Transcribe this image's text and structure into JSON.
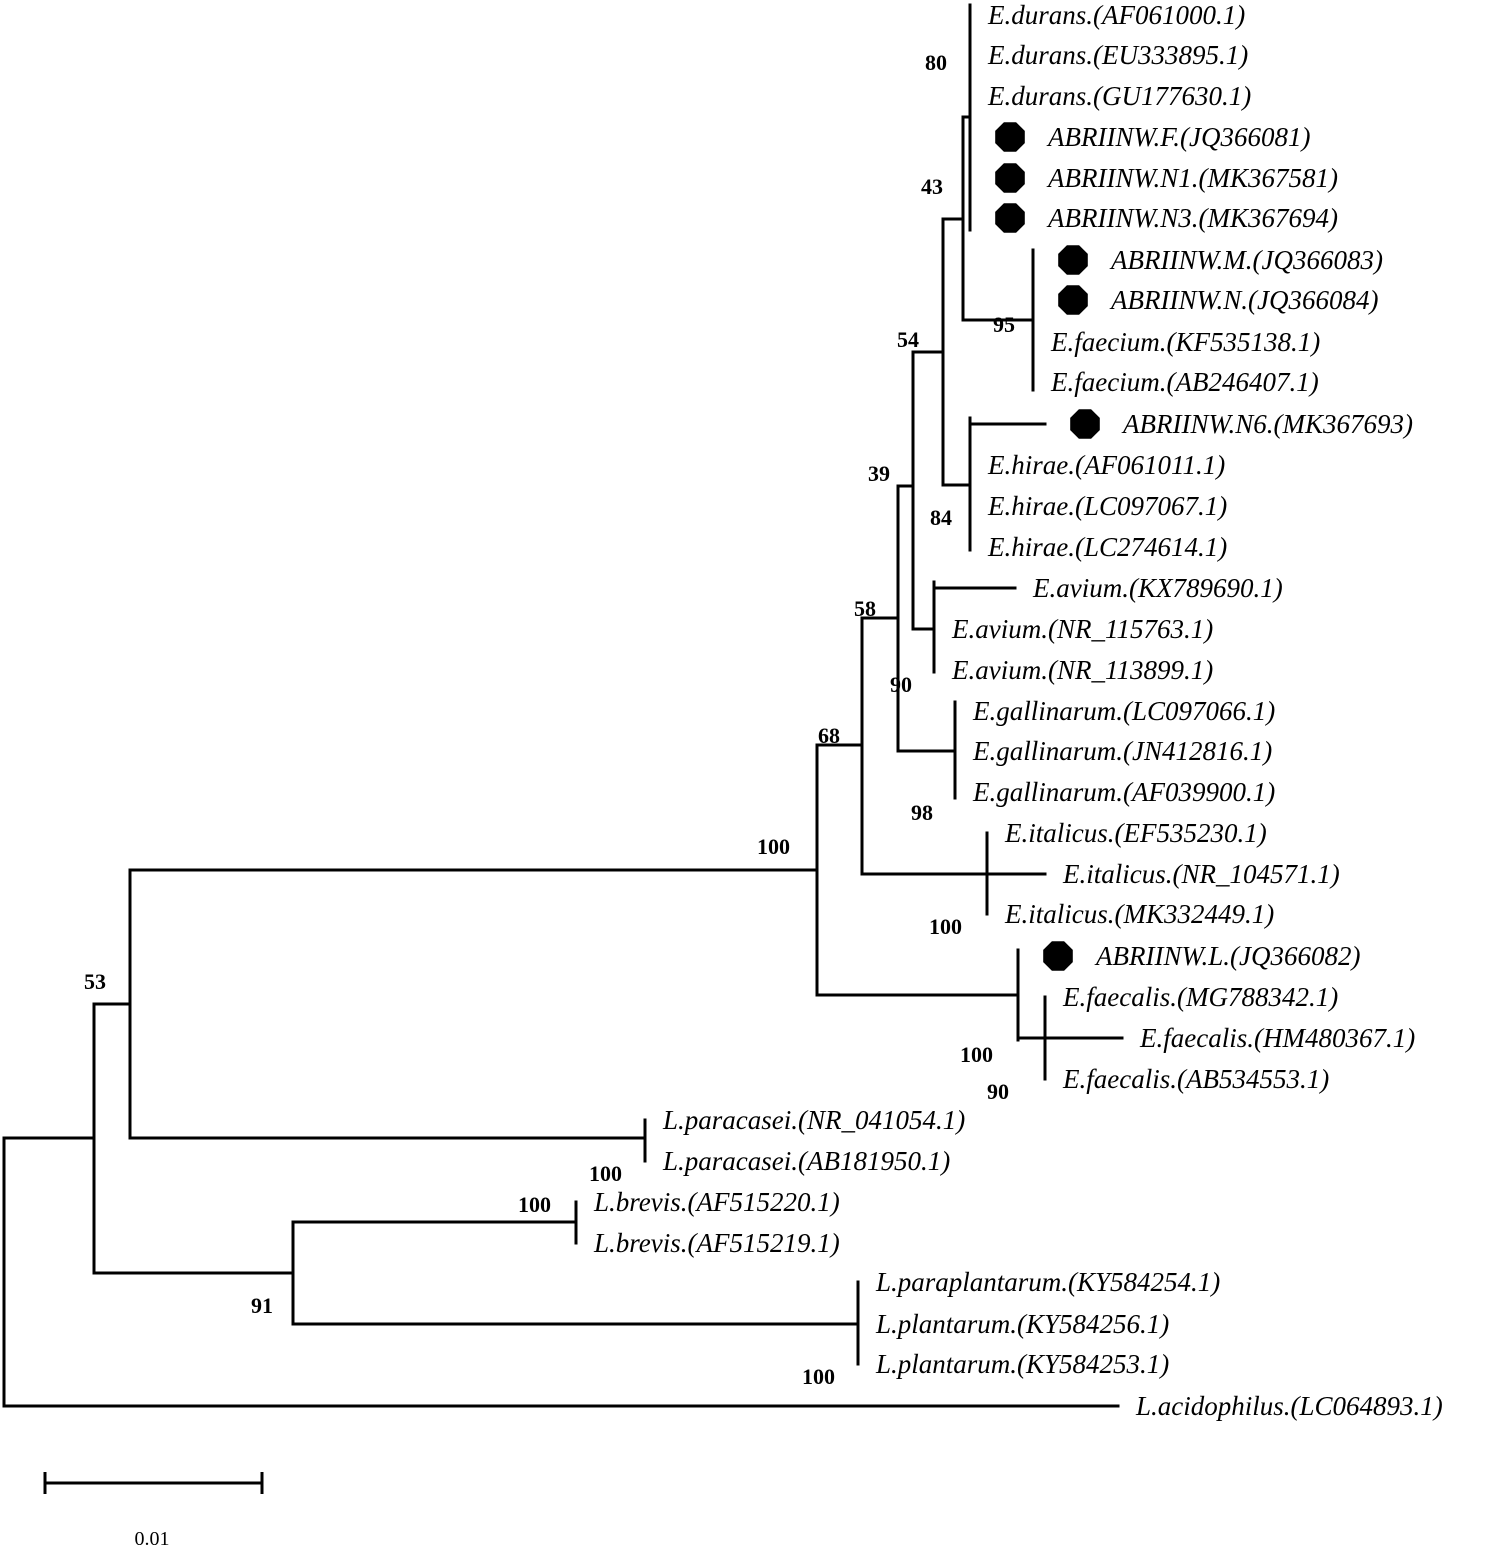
{
  "scale_bar": {
    "label": "0.01"
  },
  "leaves": [
    {
      "id": "t1",
      "label": "E.durans.(AF061000.1)",
      "isolate": false
    },
    {
      "id": "t2",
      "label": "E.durans.(EU333895.1)",
      "isolate": false
    },
    {
      "id": "t3",
      "label": "E.durans.(GU177630.1)",
      "isolate": false
    },
    {
      "id": "t4",
      "label": "ABRIINW.F.(JQ366081)",
      "isolate": true
    },
    {
      "id": "t5",
      "label": "ABRIINW.N1.(MK367581)",
      "isolate": true
    },
    {
      "id": "t6",
      "label": "ABRIINW.N3.(MK367694)",
      "isolate": true
    },
    {
      "id": "t7",
      "label": "ABRIINW.M.(JQ366083)",
      "isolate": true
    },
    {
      "id": "t8",
      "label": "ABRIINW.N.(JQ366084)",
      "isolate": true
    },
    {
      "id": "t9",
      "label": "E.faecium.(KF535138.1)",
      "isolate": false
    },
    {
      "id": "t10",
      "label": "E.faecium.(AB246407.1)",
      "isolate": false
    },
    {
      "id": "t11",
      "label": "ABRIINW.N6.(MK367693)",
      "isolate": true
    },
    {
      "id": "t12",
      "label": "E.hirae.(AF061011.1)",
      "isolate": false
    },
    {
      "id": "t13",
      "label": "E.hirae.(LC097067.1)",
      "isolate": false
    },
    {
      "id": "t14",
      "label": "E.hirae.(LC274614.1)",
      "isolate": false
    },
    {
      "id": "t15",
      "label": "E.avium.(KX789690.1)",
      "isolate": false
    },
    {
      "id": "t16",
      "label": "E.avium.(NR_115763.1)",
      "isolate": false
    },
    {
      "id": "t17",
      "label": "E.avium.(NR_113899.1)",
      "isolate": false
    },
    {
      "id": "t18",
      "label": "E.gallinarum.(LC097066.1)",
      "isolate": false
    },
    {
      "id": "t19",
      "label": "E.gallinarum.(JN412816.1)",
      "isolate": false
    },
    {
      "id": "t20",
      "label": "E.gallinarum.(AF039900.1)",
      "isolate": false
    },
    {
      "id": "t21",
      "label": "E.italicus.(EF535230.1)",
      "isolate": false
    },
    {
      "id": "t22",
      "label": "E.italicus.(NR_104571.1)",
      "isolate": false
    },
    {
      "id": "t23",
      "label": "E.italicus.(MK332449.1)",
      "isolate": false
    },
    {
      "id": "t24",
      "label": "ABRIINW.L.(JQ366082)",
      "isolate": true
    },
    {
      "id": "t25",
      "label": "E.faecalis.(MG788342.1)",
      "isolate": false
    },
    {
      "id": "t26",
      "label": "E.faecalis.(HM480367.1)",
      "isolate": false
    },
    {
      "id": "t27",
      "label": "E.faecalis.(AB534553.1)",
      "isolate": false
    },
    {
      "id": "t28",
      "label": "L.paracasei.(NR_041054.1)",
      "isolate": false
    },
    {
      "id": "t29",
      "label": "L.paracasei.(AB181950.1)",
      "isolate": false
    },
    {
      "id": "t30",
      "label": "L.brevis.(AF515220.1)",
      "isolate": false
    },
    {
      "id": "t31",
      "label": "L.brevis.(AF515219.1)",
      "isolate": false
    },
    {
      "id": "t32",
      "label": "L.paraplantarum.(KY584254.1)",
      "isolate": false
    },
    {
      "id": "t33",
      "label": "L.plantarum.(KY584256.1)",
      "isolate": false
    },
    {
      "id": "t34",
      "label": "L.plantarum.(KY584253.1)",
      "isolate": false
    },
    {
      "id": "t35",
      "label": "L.acidophilus.(LC064893.1)",
      "isolate": false
    }
  ],
  "clades": [
    {
      "id": "n_durans",
      "support": "80",
      "children": [
        "t1",
        "t2",
        "t3",
        "t4",
        "t5",
        "t6"
      ]
    },
    {
      "id": "n_faecium",
      "support": "95",
      "children": [
        "t7",
        "t8",
        "t9",
        "t10"
      ]
    },
    {
      "id": "n_43",
      "support": "43",
      "children": [
        "n_durans",
        "n_faecium"
      ]
    },
    {
      "id": "n_hirae",
      "support": "84",
      "children": [
        "t11",
        "t12",
        "t13",
        "t14"
      ]
    },
    {
      "id": "n_54",
      "support": "54",
      "children": [
        "n_43",
        "n_hirae"
      ]
    },
    {
      "id": "n_avium",
      "support": "90",
      "children": [
        "t15",
        "t16",
        "t17"
      ]
    },
    {
      "id": "n_39",
      "support": "39",
      "children": [
        "n_54",
        "n_avium"
      ]
    },
    {
      "id": "n_gall",
      "support": "98",
      "children": [
        "t18",
        "t19",
        "t20"
      ]
    },
    {
      "id": "n_58",
      "support": "58",
      "children": [
        "n_39",
        "n_gall"
      ]
    },
    {
      "id": "n_ital",
      "support": "100",
      "children": [
        "t21",
        "t22",
        "t23"
      ]
    },
    {
      "id": "n_68",
      "support": "68",
      "children": [
        "n_58",
        "n_ital"
      ]
    },
    {
      "id": "n_faec_in",
      "support": "90",
      "children": [
        "t25",
        "t26",
        "t27"
      ]
    },
    {
      "id": "n_faec",
      "support": "100",
      "children": [
        "t24",
        "n_faec_in"
      ]
    },
    {
      "id": "n_entero",
      "support": "100",
      "children": [
        "n_68",
        "n_faec"
      ]
    },
    {
      "id": "n_parac",
      "support": "100",
      "children": [
        "t28",
        "t29"
      ]
    },
    {
      "id": "n_53_up",
      "support": "",
      "children": [
        "n_entero",
        "n_parac"
      ]
    },
    {
      "id": "n_brevis",
      "support": "100",
      "children": [
        "t30",
        "t31"
      ]
    },
    {
      "id": "n_plant",
      "support": "100",
      "children": [
        "t32",
        "t33",
        "t34"
      ]
    },
    {
      "id": "n_91",
      "support": "91",
      "children": [
        "n_brevis",
        "n_plant"
      ]
    },
    {
      "id": "n_53",
      "support": "53",
      "children": [
        "n_53_up",
        "n_91"
      ]
    },
    {
      "id": "root",
      "support": "",
      "children": [
        "n_53",
        "t35"
      ]
    }
  ]
}
